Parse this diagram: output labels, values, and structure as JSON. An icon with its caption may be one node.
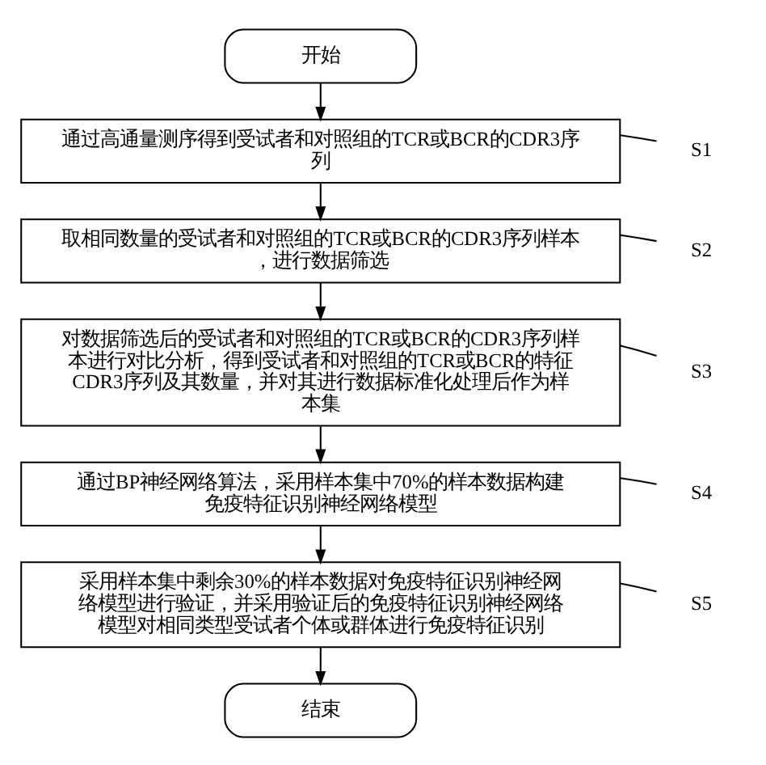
{
  "diagram": {
    "nodes": [
      {
        "text": [
          "开始"
        ]
      },
      {
        "text": [
          "通过高通量测序得到受试者和对照组的TCR或BCR的CDR3序列"
        ]
      },
      {
        "text": [
          "S1"
        ]
      },
      {
        "text": [
          "取相同数量的受试者和对照组的TCR或BCR的CDR3序列样本，进行数据筛选"
        ]
      },
      {
        "text": [
          "S2"
        ]
      },
      {
        "text": [
          "对数据筛选后的受试者和对照组的TCR或BCR的CDR3序列样本进行对比分析，得到受试者和对照组的TCR或BCR的特征CDR3序列及其数量，并对其进行数据标准化处理后作为样本集"
        ]
      },
      {
        "text": [
          "S3"
        ]
      },
      {
        "text": [
          "通过BP神经网络算法，采用样本集中70%的样本数据构建免疫特征识别神经网络模型"
        ]
      },
      {
        "text": [
          "S4"
        ]
      },
      {
        "text": [
          "采用样本集中剩余30%的样本数据对免疫特征识别神经网络模型进行验证，并采用验证后的免疫特征识别神经网络模型对相同类型受试者个体或群体进行免疫特征识别"
        ]
      },
      {
        "text": [
          "S5"
        ]
      },
      {
        "text": [
          "结束"
        ]
      }
    ],
    "edges": [
      {
        "from": 0,
        "to": 1,
        "arrow": "to"
      },
      {
        "from": 1,
        "to": 3,
        "arrow": "to"
      },
      {
        "from": 3,
        "to": 5,
        "arrow": "to"
      },
      {
        "from": 5,
        "to": 7,
        "arrow": "to"
      },
      {
        "from": 7,
        "to": 9,
        "arrow": "to"
      },
      {
        "from": 9,
        "to": 11,
        "arrow": "to"
      },
      {
        "from": 2,
        "to": 1,
        "arrow": "none"
      },
      {
        "from": 4,
        "to": 3,
        "arrow": "none"
      },
      {
        "from": 6,
        "to": 5,
        "arrow": "none"
      },
      {
        "from": 8,
        "to": 7,
        "arrow": "none"
      },
      {
        "from": 10,
        "to": 9,
        "arrow": "none"
      }
    ]
  }
}
